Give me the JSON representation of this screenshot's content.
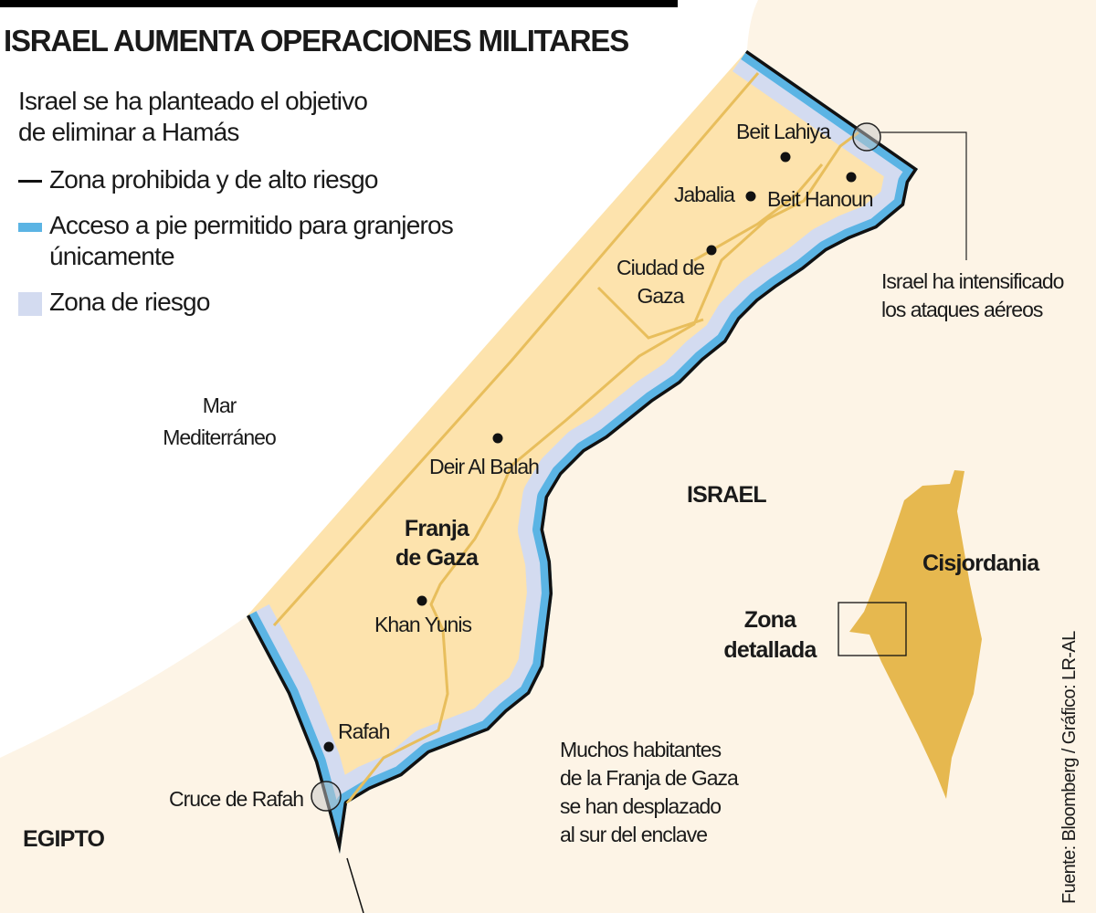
{
  "title": "ISRAEL AUMENTA OPERACIONES MILITARES",
  "subtitle_line1": "Israel se ha planteado el objetivo",
  "subtitle_line2": "de eliminar a Hamás",
  "legend": [
    {
      "label": "Zona prohibida y de alto riesgo",
      "color": "#111111"
    },
    {
      "label_line1": "Acceso a pie permitido para granjeros",
      "label_line2": "únicamente",
      "color": "#5bb4e4"
    },
    {
      "label": "Zona de riesgo",
      "color": "#d3dbf0"
    }
  ],
  "colors": {
    "sea": "#ffffff",
    "land": "#fdf4e6",
    "gaza": "#fde3ad",
    "roads": "#e8be5c",
    "west_bank": "#e6b84f"
  },
  "places": {
    "beit_lahiya": "Beit Lahiya",
    "jabalia": "Jabalia",
    "beit_hanoun": "Beit Hanoun",
    "ciudad_gaza_1": "Ciudad de",
    "ciudad_gaza_2": "Gaza",
    "deir_al_balah": "Deir Al Balah",
    "franja_1": "Franja",
    "franja_2": "de Gaza",
    "khan_yunis": "Khan Yunis",
    "rafah": "Rafah",
    "cruce_rafah": "Cruce de Rafah",
    "mar_1": "Mar",
    "mar_2": "Mediterráneo",
    "israel": "ISRAEL",
    "egipto": "EGIPTO",
    "cisjordania": "Cisjordania",
    "zona_1": "Zona",
    "zona_2": "detallada"
  },
  "notes": {
    "airstrikes_1": "Israel ha intensificado",
    "airstrikes_2": "los ataques aéreos",
    "displaced_1": "Muchos habitantes",
    "displaced_2": "de la Franja de Gaza",
    "displaced_3": "se han desplazado",
    "displaced_4": "al sur del enclave"
  },
  "source": "Fuente: Bloomberg / Gráfico: LR-AL"
}
